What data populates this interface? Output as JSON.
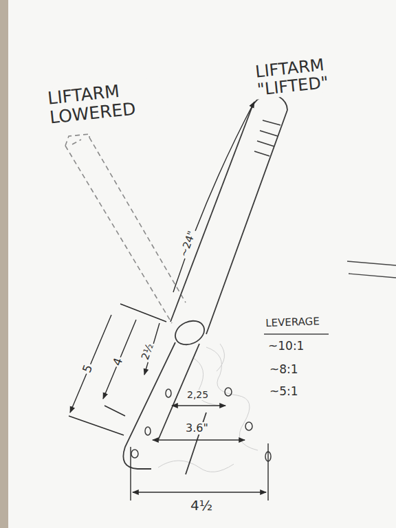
{
  "diagram": {
    "labels": [
      "LIFTARM LOWERED",
      "LIFTARM \"LIFTED\"",
      "~24\"",
      "LEVERAGE",
      "~10:1",
      "~8:1",
      "~5:1",
      "5",
      "4",
      "2½",
      "2,25",
      "3.6\"",
      "4½"
    ]
  }
}
